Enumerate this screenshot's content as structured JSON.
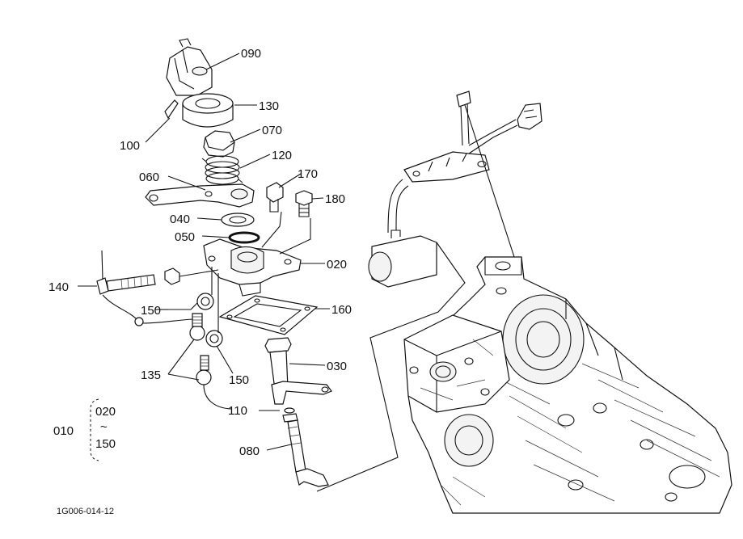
{
  "callouts": [
    {
      "id": "p090",
      "label": "090"
    },
    {
      "id": "p130",
      "label": "130"
    },
    {
      "id": "p100",
      "label": "100"
    },
    {
      "id": "p070",
      "label": "070"
    },
    {
      "id": "p120",
      "label": "120"
    },
    {
      "id": "p060",
      "label": "060"
    },
    {
      "id": "p170",
      "label": "170"
    },
    {
      "id": "p180",
      "label": "180"
    },
    {
      "id": "p040",
      "label": "040"
    },
    {
      "id": "p050",
      "label": "050"
    },
    {
      "id": "p020",
      "label": "020"
    },
    {
      "id": "p140",
      "label": "140"
    },
    {
      "id": "p150a",
      "label": "150"
    },
    {
      "id": "p160",
      "label": "160"
    },
    {
      "id": "p030",
      "label": "030"
    },
    {
      "id": "p135",
      "label": "135"
    },
    {
      "id": "p150b",
      "label": "150"
    },
    {
      "id": "p110",
      "label": "110"
    },
    {
      "id": "p080",
      "label": "080"
    }
  ],
  "assembly_group": {
    "label": "010",
    "range_start": "020",
    "range_symbol": "~",
    "range_end": "150"
  },
  "figure_code": "1G006-014-12"
}
